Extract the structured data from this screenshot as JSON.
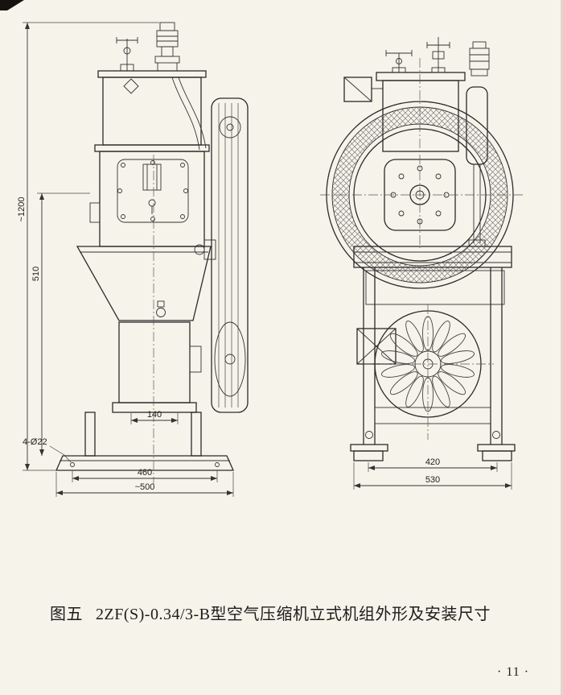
{
  "caption": {
    "figure_label": "图五",
    "title": "2ZF(S)-0.34/3-B型空气压缩机立式机组外形及安装尺寸"
  },
  "page_number": "· 11 ·",
  "left_view": {
    "dimensions": {
      "overall_height": "~1200",
      "frame_height": "510",
      "motor_foot_width": "140",
      "anchor_holes": "4-Ø22",
      "anchor_bolt_span": "460",
      "base_overall_width": "~500"
    }
  },
  "right_view": {
    "dimensions": {
      "leg_span": "420",
      "base_width": "530"
    }
  }
}
